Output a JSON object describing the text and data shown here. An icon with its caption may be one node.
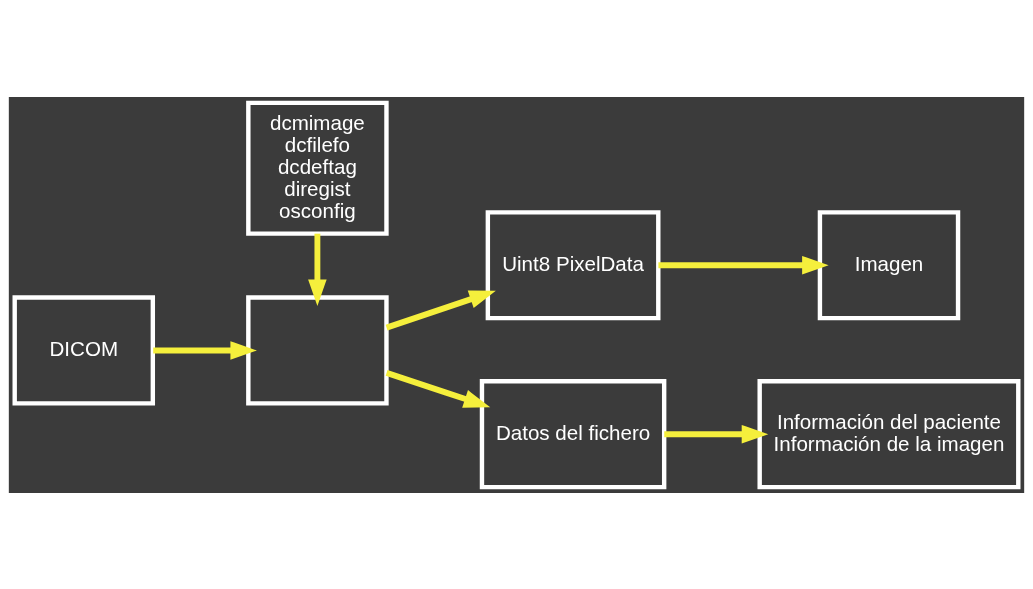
{
  "diagram": {
    "nodes": [
      {
        "text": [
          "DICOM"
        ]
      },
      {
        "text": [],
        "shape": "box"
      },
      {
        "text": [
          "dcmimage",
          "dcfilefo",
          "dcdeftag",
          "diregist",
          "osconfig"
        ]
      },
      {
        "text": [
          "Uint8 PixelData"
        ]
      },
      {
        "text": [
          "Imagen"
        ]
      },
      {
        "text": [
          "Datos del fichero"
        ]
      },
      {
        "text": [
          "Información del paciente",
          "Información de la imagen"
        ]
      }
    ],
    "edges": [
      {
        "from": 0,
        "to": 1,
        "arrow": "to"
      },
      {
        "from": 2,
        "to": 1,
        "arrow": "to"
      },
      {
        "from": 1,
        "to": 3,
        "arrow": "to"
      },
      {
        "from": 1,
        "to": 5,
        "arrow": "to"
      },
      {
        "from": 3,
        "to": 4,
        "arrow": "to"
      },
      {
        "from": 5,
        "to": 6,
        "arrow": "to"
      }
    ]
  }
}
